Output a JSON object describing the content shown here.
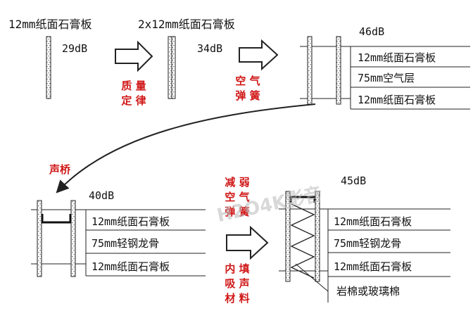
{
  "panels": {
    "p1": {
      "label": "12mm纸面石膏板",
      "db": "29dB"
    },
    "p2": {
      "label": "2x12mm纸面石膏板",
      "db": "34dB"
    },
    "p3": {
      "db": "46dB",
      "layers": [
        "12mm纸面石膏板",
        "75mm空气层",
        "12mm纸面石膏板"
      ]
    },
    "p4": {
      "db": "40dB",
      "layers": [
        "12mm纸面石膏板",
        "75mm轻钢龙骨",
        "12mm纸面石膏板"
      ]
    },
    "p5": {
      "db": "45dB",
      "layers": [
        "12mm纸面石膏板",
        "75mm轻钢龙骨",
        "12mm纸面石膏板",
        "岩棉或玻璃棉"
      ]
    }
  },
  "arrows": {
    "a1": [
      "质 量",
      "定 律"
    ],
    "a2": [
      "空 气",
      "弹 簧"
    ],
    "curve": "声桥",
    "a3_top": [
      "减 弱",
      "空 气",
      "弹 簧"
    ],
    "a3_bottom": [
      "内 填",
      "吸 声",
      "材 料"
    ]
  },
  "watermark": "H2O4K影音",
  "colors": {
    "ink": "#111111",
    "accent": "#d01818"
  }
}
